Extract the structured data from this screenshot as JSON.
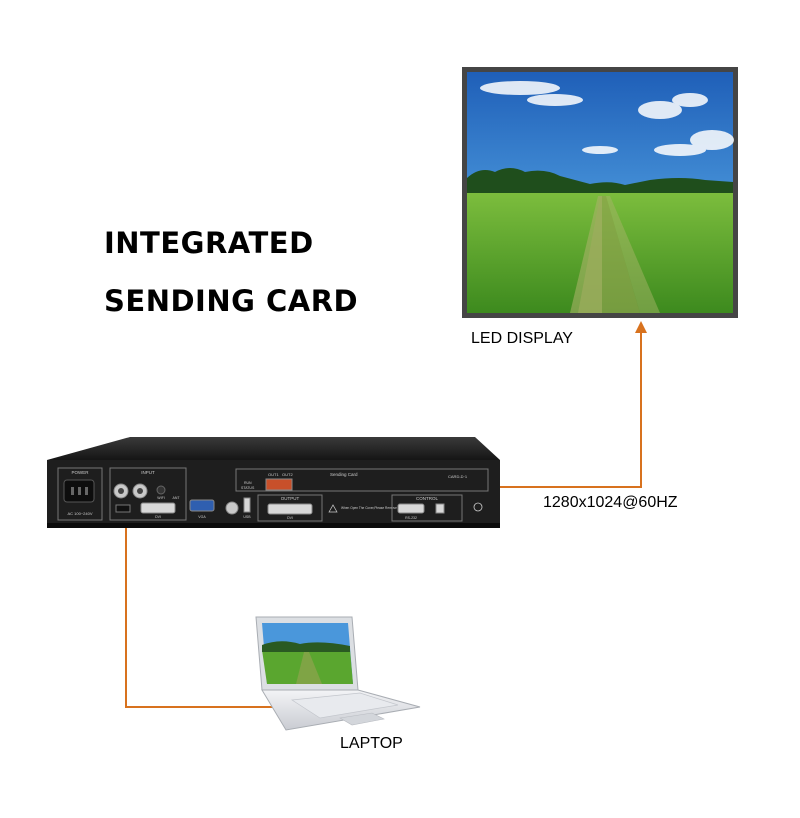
{
  "heading": {
    "line1": "INTEGRATED",
    "line2": "SENDING CARD"
  },
  "led_display": {
    "label": "LED DISPLAY"
  },
  "connection": {
    "resolution": "1280x1024@60HZ"
  },
  "laptop": {
    "label": "LAPTOP"
  },
  "device": {
    "power_label": "POWER",
    "input_label": "INPUT",
    "output_label": "OUTPUT",
    "control_label": "CONTROL",
    "sending_card_label": "Sending Card",
    "card_id": "CARD-D·1",
    "out1": "OUT1",
    "out2": "OUT2",
    "run": "RUN",
    "status": "STATUS",
    "power_rating": "AC 100~240V",
    "port_dvi": "DVI",
    "port_vga": "VGA",
    "port_usb": "USB",
    "port_wifi": "WIFI",
    "port_ant": "ANT",
    "port_rs232": "RS-232",
    "warning": "When Open The Cover,Please Remove The Power Supply!"
  },
  "colors": {
    "arrow": "#d8721e",
    "device": "#1c1c1c",
    "sky": "#2f78c8",
    "grass": "#4f9a2a"
  }
}
